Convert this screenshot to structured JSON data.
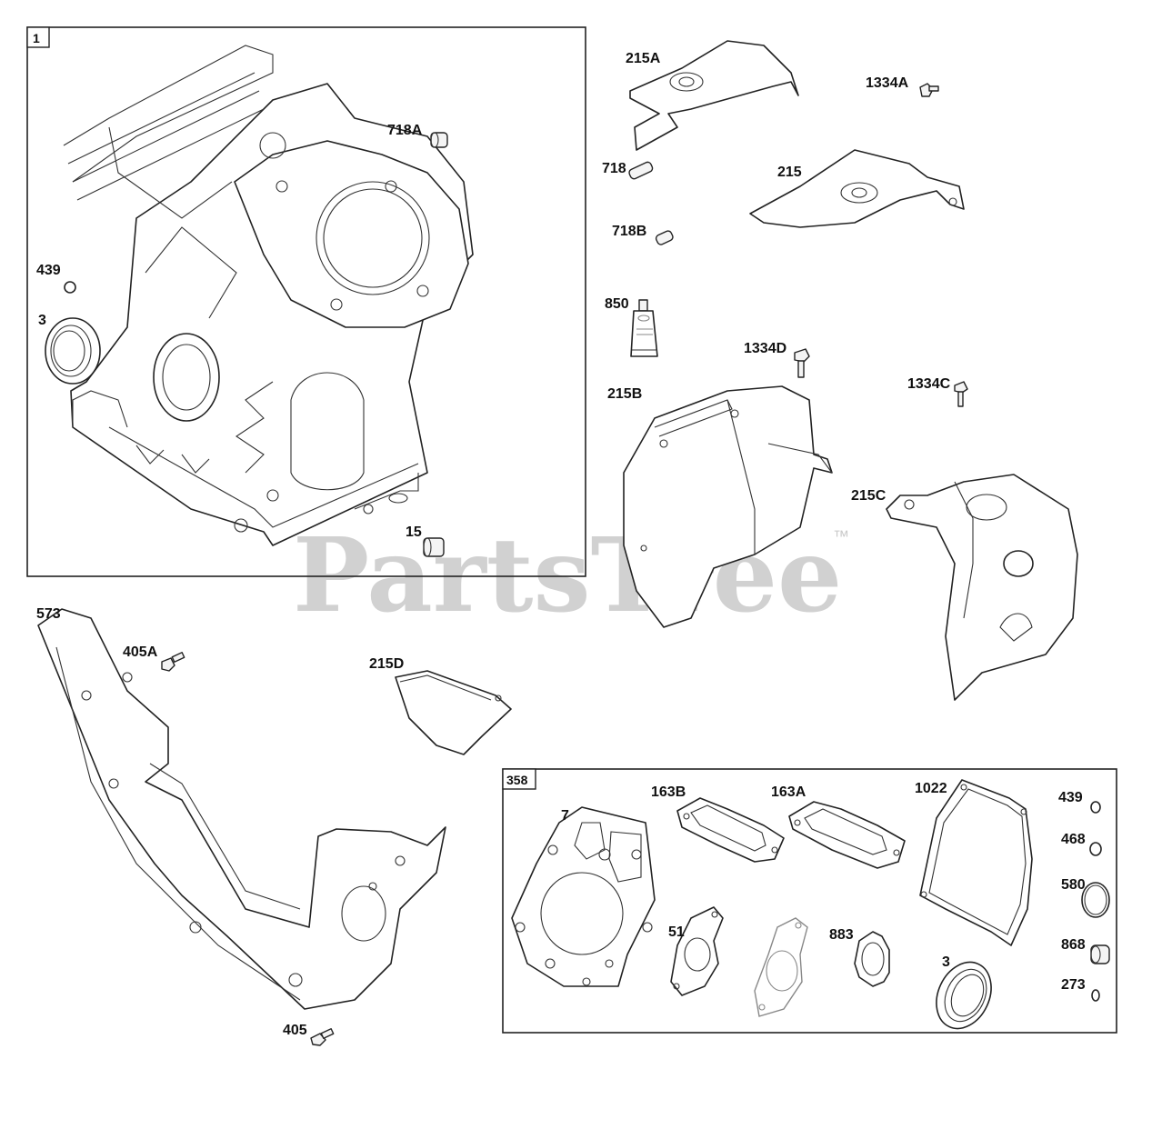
{
  "watermark": {
    "text": "PartsTree",
    "tm": "™"
  },
  "boxes": {
    "engine_block_box": "1",
    "gasket_set_box": "358"
  },
  "callouts": {
    "c_718A": "718A",
    "c_439_left": "439",
    "c_3_left": "3",
    "c_15": "15",
    "c_215A": "215A",
    "c_1334A": "1334A",
    "c_718": "718",
    "c_215": "215",
    "c_718B": "718B",
    "c_850": "850",
    "c_1334D": "1334D",
    "c_1334C": "1334C",
    "c_215B": "215B",
    "c_215C": "215C",
    "c_573": "573",
    "c_405A": "405A",
    "c_215D": "215D",
    "c_405": "405",
    "c_7": "7",
    "c_163B": "163B",
    "c_163A": "163A",
    "c_1022": "1022",
    "c_439_right": "439",
    "c_468": "468",
    "c_580": "580",
    "c_51": "51",
    "c_883": "883",
    "c_3_right": "3",
    "c_868": "868",
    "c_273": "273"
  }
}
